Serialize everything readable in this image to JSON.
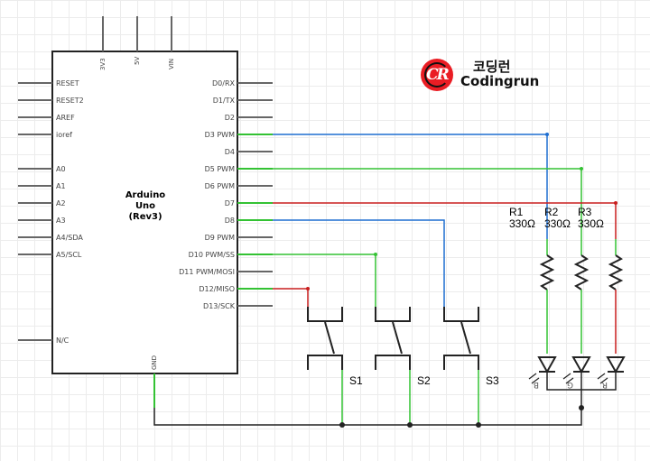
{
  "board": {
    "title_lines": [
      "Arduino",
      "Uno",
      "(Rev3)"
    ],
    "top_pins": [
      "3V3",
      "5V",
      "VIN"
    ],
    "left_pins": [
      "RESET",
      "RESET2",
      "AREF",
      "ioref",
      "A0",
      "A1",
      "A2",
      "A3",
      "A4/SDA",
      "A5/SCL",
      "N/C"
    ],
    "right_pins": [
      "D0/RX",
      "D1/TX",
      "D2",
      "D3 PWM",
      "D4",
      "D5 PWM",
      "D6 PWM",
      "D7",
      "D8",
      "D9 PWM",
      "D10 PWM/SS",
      "D11 PWM/MOSI",
      "D12/MISO",
      "D13/SCK"
    ],
    "bottom_pin": "GND"
  },
  "logo": {
    "korean": "코딩런",
    "english": "Codingrun",
    "mark": "CR"
  },
  "switches": [
    {
      "label": "S1"
    },
    {
      "label": "S2"
    },
    {
      "label": "S3"
    }
  ],
  "resistors": [
    {
      "label": "R1",
      "value": "330Ω"
    },
    {
      "label": "R2",
      "value": "330Ω"
    },
    {
      "label": "R3",
      "value": "330Ω"
    }
  ],
  "leds": [
    {
      "letter": "B"
    },
    {
      "letter": "G"
    },
    {
      "letter": "R"
    }
  ],
  "wires": [
    {
      "from": "D3 PWM",
      "to": "R1",
      "color": "#1f6fd1"
    },
    {
      "from": "D5 PWM",
      "to": "R2",
      "color": "#33c233"
    },
    {
      "from": "D7",
      "to": "R3",
      "color": "#c81e1e"
    },
    {
      "from": "D8",
      "to": "S3",
      "color": "#1f6fd1"
    },
    {
      "from": "D10 PWM/SS",
      "to": "S2",
      "color": "#33c233"
    },
    {
      "from": "D12/MISO",
      "to": "S1",
      "color": "#c81e1e"
    },
    {
      "from": "GND",
      "to": "common ground",
      "color": "#222222"
    }
  ],
  "colors": {
    "blue": "#1f6fd1",
    "green": "#33c233",
    "red": "#c81e1e",
    "black": "#222222",
    "logo_red": "#ea1d24"
  }
}
